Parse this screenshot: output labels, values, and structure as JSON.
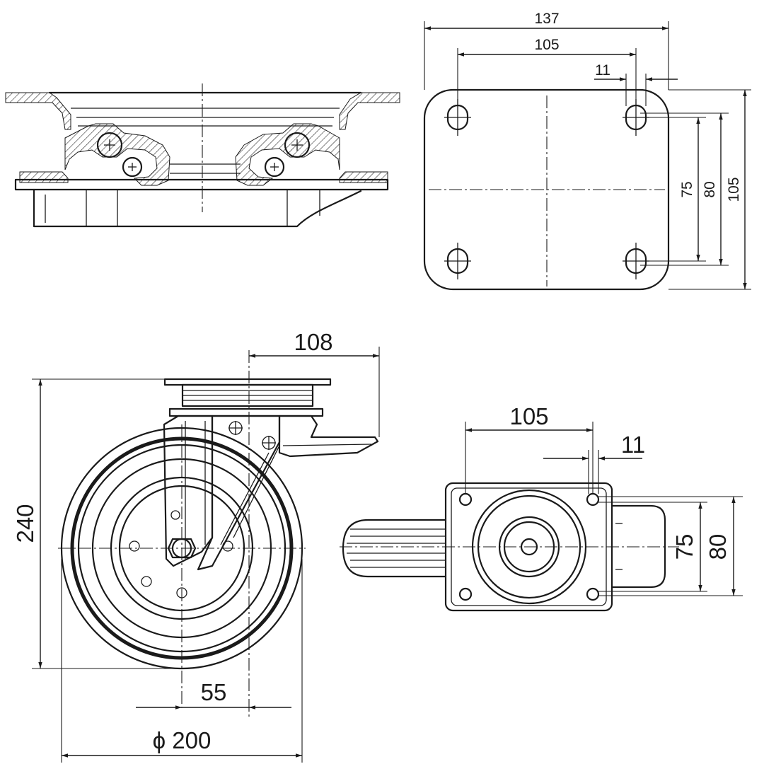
{
  "views": {
    "section": {
      "name": "section-view"
    },
    "top_plate": {
      "dims": {
        "overall_width": "137",
        "bolt_width": "105",
        "slot": "11",
        "bolt_height_min": "75",
        "bolt_height_max": "80",
        "overall_height": "105"
      }
    },
    "front": {
      "dims": {
        "offset": "108",
        "height": "240",
        "swivel_offset": "55",
        "wheel_diameter": "ϕ 200"
      }
    },
    "side": {
      "dims": {
        "bolt_width": "105",
        "slot": "11",
        "bolt_height_min": "75",
        "bolt_height_max": "80"
      }
    }
  },
  "colors": {
    "line": "#1a1a1a",
    "background": "#ffffff"
  }
}
